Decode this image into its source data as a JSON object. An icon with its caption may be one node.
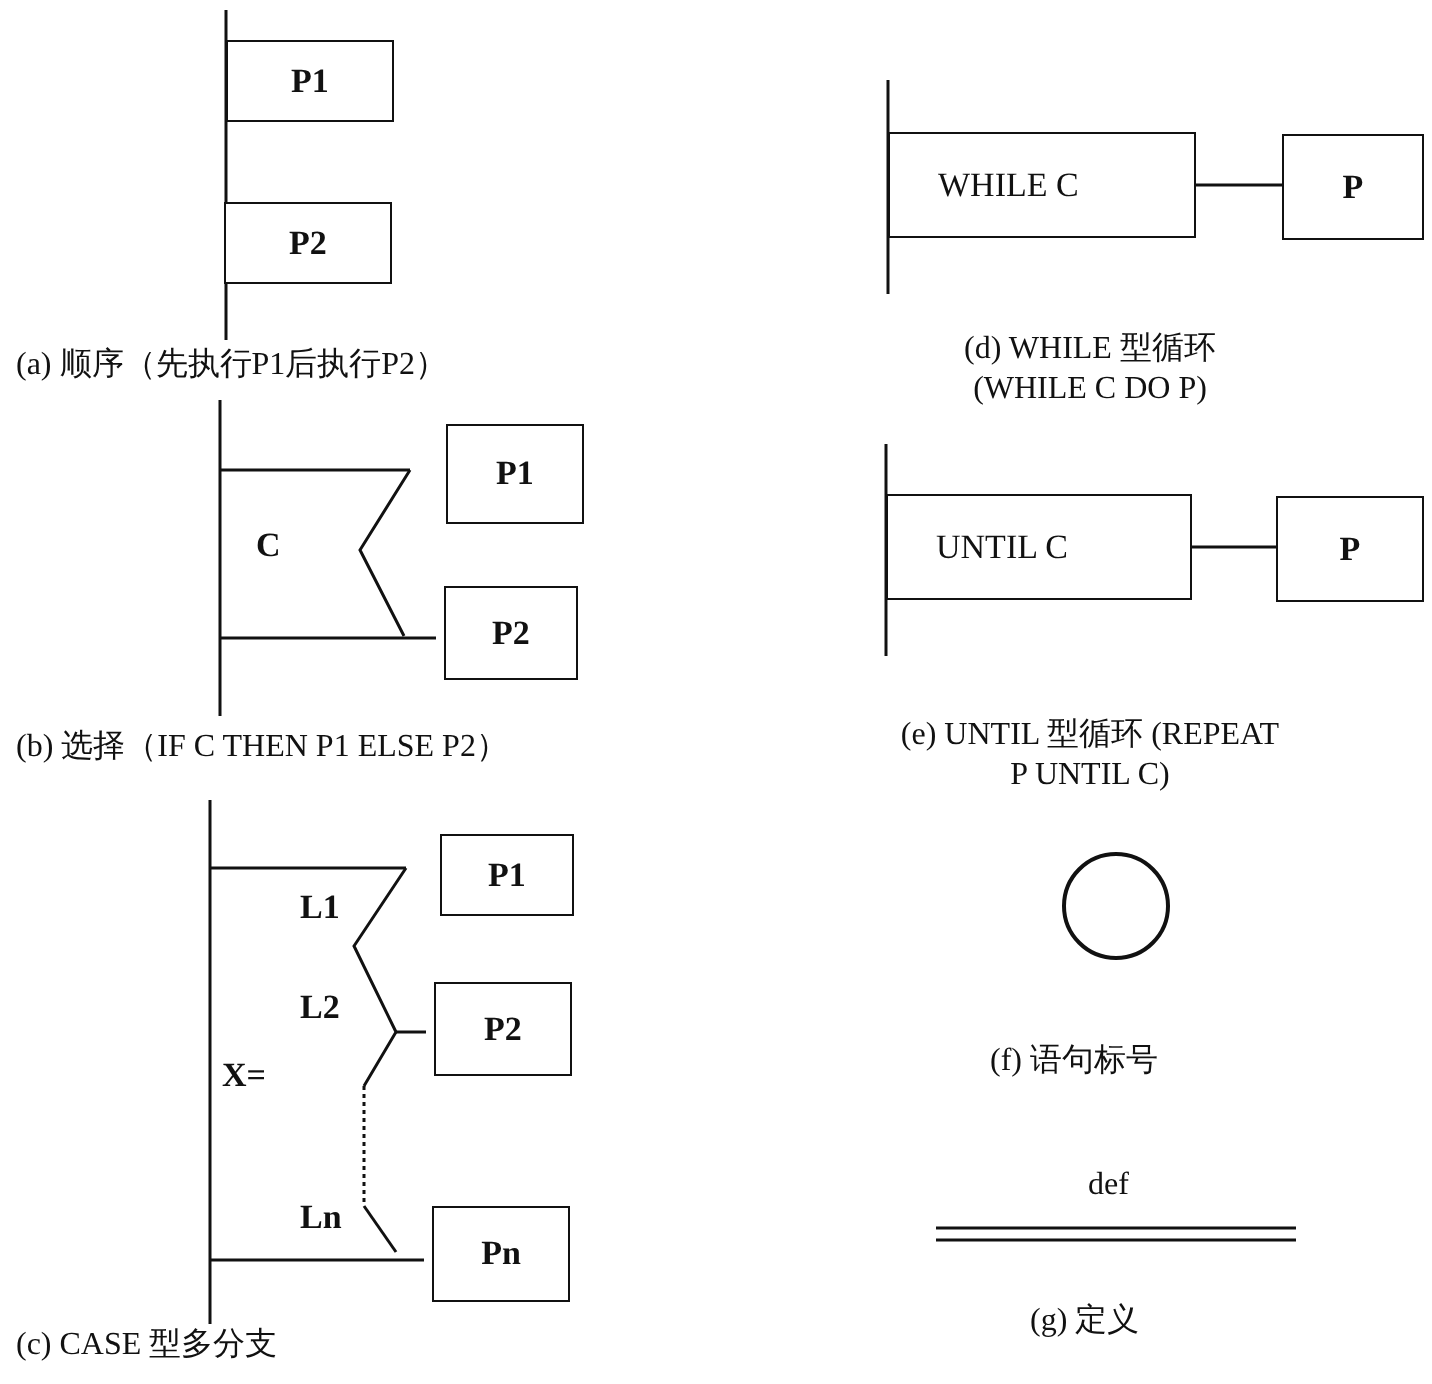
{
  "diagram": {
    "nodes": [
      {
        "text": [
          "P1"
        ]
      },
      {
        "text": [
          "P2"
        ]
      },
      {
        "text": [
          "P1"
        ]
      },
      {
        "text": [
          "P2"
        ]
      },
      {
        "text": [
          "P1"
        ]
      },
      {
        "text": [
          "P2"
        ]
      },
      {
        "text": [
          "Pn"
        ]
      },
      {
        "text": [
          "WHILE C"
        ]
      },
      {
        "text": [
          "P"
        ]
      },
      {
        "text": [
          "UNTIL C"
        ]
      },
      {
        "text": [
          "P"
        ]
      },
      {
        "text": [],
        "shape": "circle"
      }
    ],
    "edges": [
      {
        "from": 7,
        "to": 8,
        "arrow": "none"
      },
      {
        "from": 9,
        "to": 10,
        "arrow": "none"
      }
    ],
    "labels": [
      "(a) 顺序（先执行P1后执行P2）",
      "C",
      "(b) 选择（IF C THEN P1 ELSE P2）",
      "L1",
      "L2",
      "X=",
      "Ln",
      "(c) CASE 型多分支",
      "(d) WHILE 型循环 (WHILE C DO P)",
      "(e) UNTIL 型循环 (REPEAT P UNTIL C)",
      "(f) 语句标号",
      "def",
      "(g) 定义"
    ]
  }
}
